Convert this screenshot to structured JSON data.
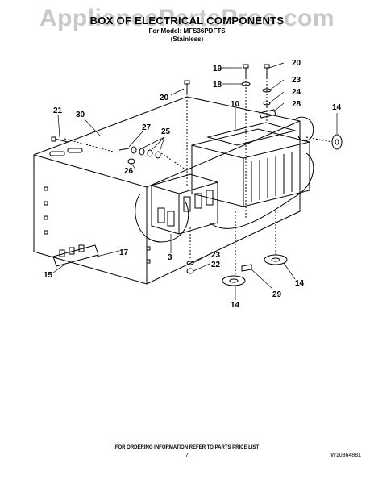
{
  "watermark": "AppliancePartsPros.com",
  "header": {
    "title": "BOX OF ELECTRICAL COMPONENTS",
    "model_line": "For Model: MFS36PDFTS",
    "variant_line": "(Stainless)"
  },
  "callouts": [
    {
      "id": "c19",
      "label": "19"
    },
    {
      "id": "c20a",
      "label": "20"
    },
    {
      "id": "c18",
      "label": "18"
    },
    {
      "id": "c23a",
      "label": "23"
    },
    {
      "id": "c24",
      "label": "24"
    },
    {
      "id": "c28",
      "label": "28"
    },
    {
      "id": "c20b",
      "label": "20"
    },
    {
      "id": "c10",
      "label": "10"
    },
    {
      "id": "c14a",
      "label": "14"
    },
    {
      "id": "c21",
      "label": "21"
    },
    {
      "id": "c30",
      "label": "30"
    },
    {
      "id": "c27",
      "label": "27"
    },
    {
      "id": "c25",
      "label": "25"
    },
    {
      "id": "c26",
      "label": "26"
    },
    {
      "id": "c3",
      "label": "3"
    },
    {
      "id": "c17",
      "label": "17"
    },
    {
      "id": "c15",
      "label": "15"
    },
    {
      "id": "c23b",
      "label": "23"
    },
    {
      "id": "c22",
      "label": "22"
    },
    {
      "id": "c29",
      "label": "29"
    },
    {
      "id": "c14b",
      "label": "14"
    },
    {
      "id": "c14c",
      "label": "14"
    }
  ],
  "footer": {
    "ordering_note": "FOR ORDERING INFORMATION REFER TO PARTS PRICE LIST",
    "page_number": "7",
    "document_number": "W10364881"
  }
}
